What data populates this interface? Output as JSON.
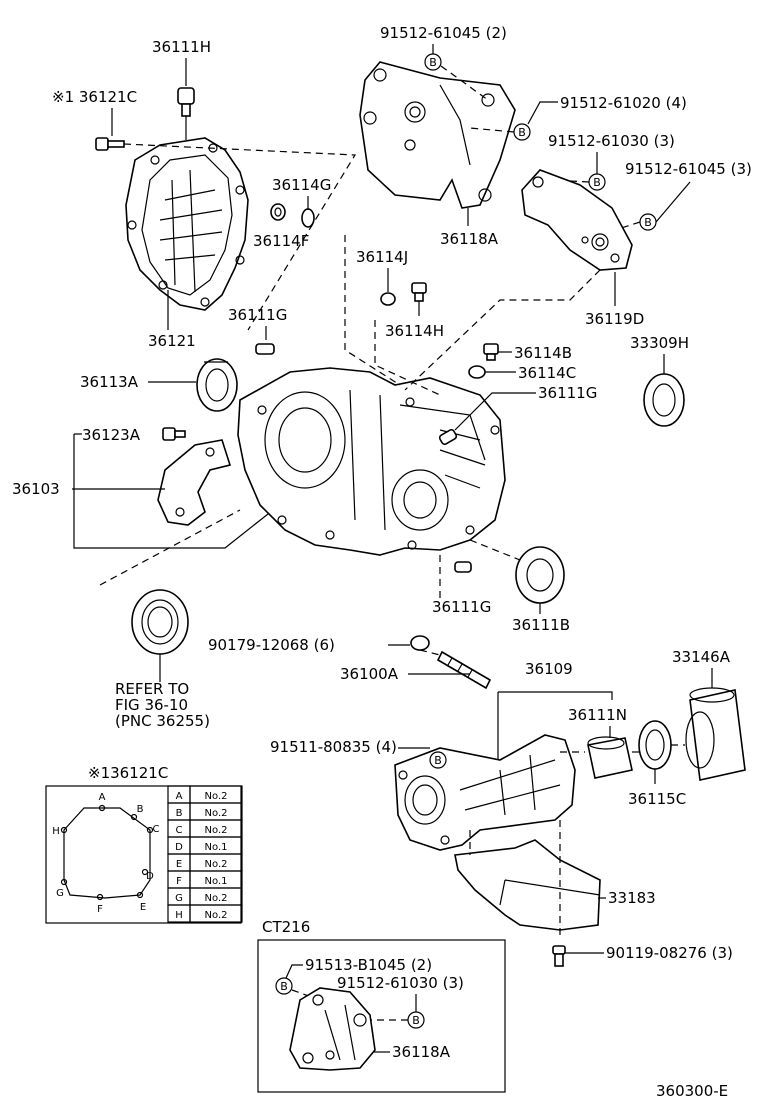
{
  "labels": {
    "p36111H": "36111H",
    "p36121C": "※1 36121C",
    "p36121": "36121",
    "p36114G": "36114G",
    "p36114F": "36114F",
    "p36114J": "36114J",
    "p36114H": "36114H",
    "p36111G_a": "36111G",
    "p36111G_b": "36111G",
    "p36111G_c": "36111G",
    "p36114B": "36114B",
    "p36114C": "36114C",
    "p36113A": "36113A",
    "p36123A": "36123A",
    "p36103": "36103",
    "p36111B": "36111B",
    "p36100A": "36100A",
    "p90179": "90179-12068 (6)",
    "p91512_61045_2": "91512-61045 (2)",
    "p91512_61020_4": "91512-61020 (4)",
    "p91512_61030_3": "91512-61030 (3)",
    "p91512_61045_3": "91512-61045 (3)",
    "p36118A": "36118A",
    "p36119D": "36119D",
    "p33309H": "33309H",
    "p36109": "36109",
    "p33146A": "33146A",
    "p36111N": "36111N",
    "p91511": "91511-80835 (4)",
    "p36115C": "36115C",
    "p33183": "33183",
    "p90119": "90119-08276 (3)",
    "refer1": "REFER TO",
    "refer2": "FIG 36-10",
    "refer3": "(PNC 36255)",
    "p136121C": "※136121C",
    "ct216": "CT216",
    "p91513": "91513-B1045 (2)",
    "p91512_61030_3b": "91512-61030 (3)",
    "p36118A_b": "36118A",
    "fig_code": "360300-E"
  },
  "bolt_marker": "B",
  "bolt_table": {
    "rows": [
      {
        "pos": "A",
        "val": "No.2"
      },
      {
        "pos": "B",
        "val": "No.2"
      },
      {
        "pos": "C",
        "val": "No.2"
      },
      {
        "pos": "D",
        "val": "No.1"
      },
      {
        "pos": "E",
        "val": "No.2"
      },
      {
        "pos": "F",
        "val": "No.1"
      },
      {
        "pos": "G",
        "val": "No.2"
      },
      {
        "pos": "H",
        "val": "No.2"
      }
    ]
  },
  "pattern_letters": [
    "A",
    "B",
    "C",
    "D",
    "E",
    "F",
    "G",
    "H"
  ]
}
